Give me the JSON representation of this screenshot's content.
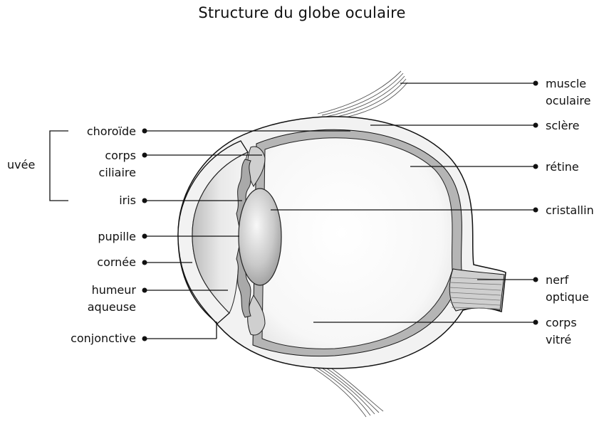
{
  "title": "Structure du globe oculaire",
  "labels": {
    "choroide": "choroïde",
    "corps_ciliaire_1": "corps",
    "corps_ciliaire_2": "ciliaire",
    "iris": "iris",
    "pupille": "pupille",
    "cornee": "cornée",
    "humeur_1": "humeur",
    "humeur_2": "aqueuse",
    "conjonctive": "conjonctive",
    "uvee": "uvée",
    "muscle_1": "muscle",
    "muscle_2": "oculaire",
    "sclere": "sclère",
    "retine": "rétine",
    "cristallin": "cristallin",
    "nerf_1": "nerf",
    "nerf_2": "optique",
    "vitre_1": "corps",
    "vitre_2": "vitré"
  }
}
